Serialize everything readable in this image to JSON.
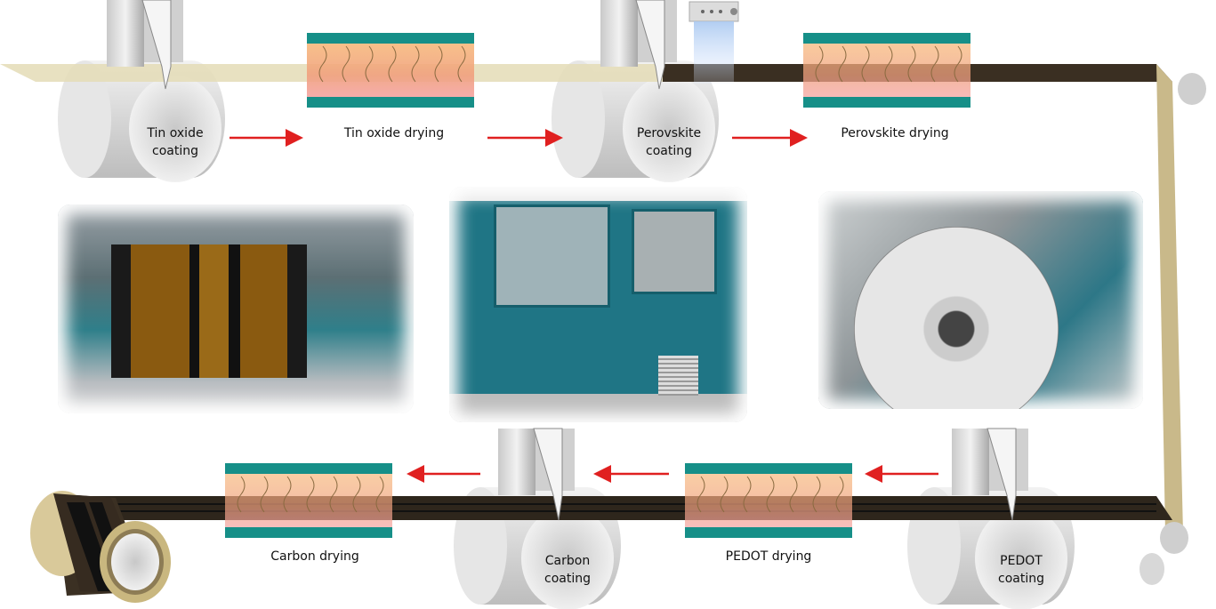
{
  "steps": {
    "tin_oxide_coating": [
      "Tin oxide",
      "coating"
    ],
    "tin_oxide_drying": "Tin oxide drying",
    "perovskite_coating": [
      "Perovskite",
      "coating"
    ],
    "perovskite_drying": "Perovskite drying",
    "pedot_coating": [
      "PEDOT",
      "coating"
    ],
    "pedot_drying": "PEDOT drying",
    "carbon_coating": [
      "Carbon",
      "coating"
    ],
    "carbon_drying": "Carbon drying"
  },
  "colors": {
    "substrate": "#e4dcb6",
    "coated_web": "#3a2f22",
    "dryer_teal": "#168f88",
    "dryer_orange": "#f6b27a",
    "dryer_pink": "#f2a29a",
    "arrow": "#e02020",
    "machine_teal": "#1b7a8a"
  }
}
